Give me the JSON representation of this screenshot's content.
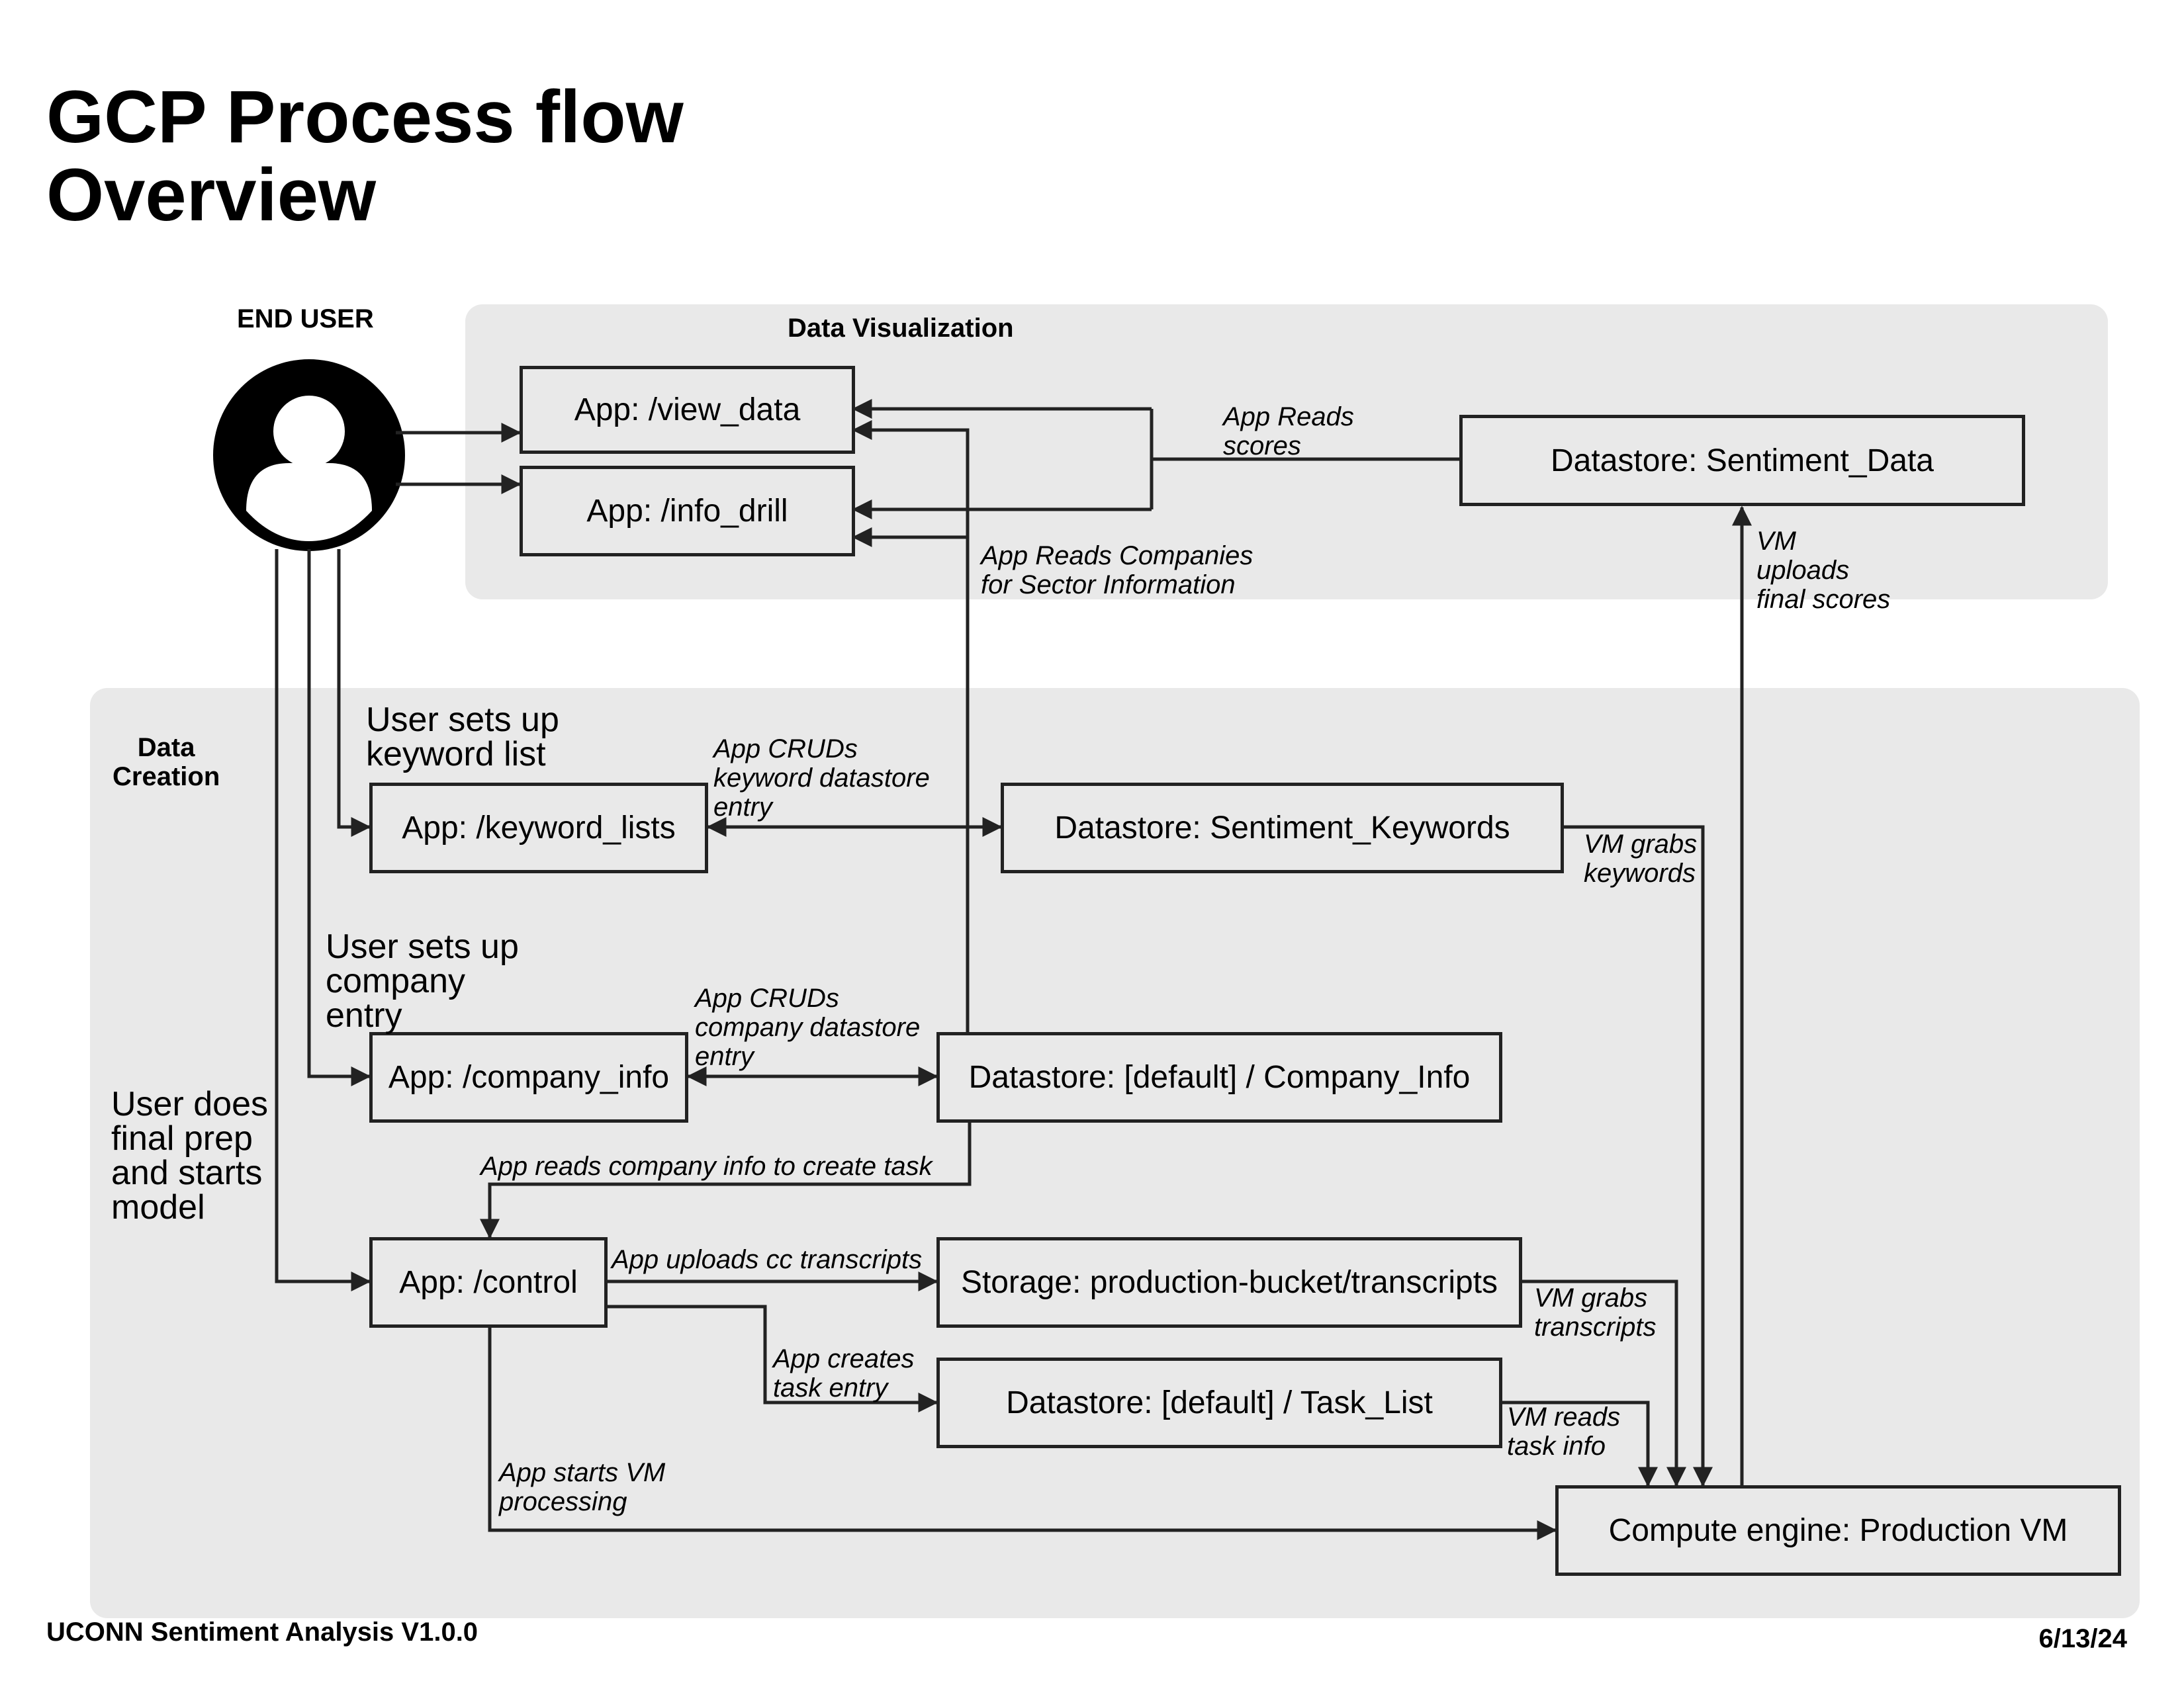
{
  "title": {
    "line1": "GCP Process flow",
    "line2": "Overview"
  },
  "end_user": {
    "label": "END USER"
  },
  "regions": {
    "visualization": "Data Visualization",
    "creation_line1": "Data",
    "creation_line2": "Creation"
  },
  "nodes": {
    "view_data": "App: /view_data",
    "info_drill": "App: /info_drill",
    "sentiment_data": "Datastore: Sentiment_Data",
    "keyword_lists": "App: /keyword_lists",
    "sentiment_keywords": "Datastore: Sentiment_Keywords",
    "company_info": "App: /company_info",
    "company_info_ds": "Datastore: [default] / Company_Info",
    "control": "App: /control",
    "storage": "Storage: production-bucket/transcripts",
    "task_list": "Datastore: [default] / Task_List",
    "compute": "Compute engine: Production VM"
  },
  "user_notes": {
    "keyword": [
      "User sets up",
      "keyword list"
    ],
    "company": [
      "User sets up",
      "company",
      "entry"
    ],
    "model": [
      "User does",
      "final prep",
      "and starts",
      "model"
    ]
  },
  "edge_labels": {
    "reads_scores": [
      "App Reads",
      "scores"
    ],
    "reads_companies": [
      "App Reads Companies",
      "for Sector Information"
    ],
    "vm_uploads": [
      "VM",
      "uploads",
      "final scores"
    ],
    "cruds_keyword": [
      "App CRUDs",
      "keyword datastore",
      "entry"
    ],
    "vm_grabs_keywords": [
      "VM grabs",
      "keywords"
    ],
    "cruds_company": [
      "App CRUDs",
      "company datastore",
      "entry"
    ],
    "reads_company_task": [
      "App reads company info to create task"
    ],
    "uploads_transcripts": [
      "App uploads cc transcripts"
    ],
    "vm_grabs_transcripts": [
      "VM grabs",
      "transcripts"
    ],
    "creates_task": [
      "App creates",
      "task entry"
    ],
    "vm_reads_task": [
      "VM reads",
      "task info"
    ],
    "starts_vm": [
      "App starts VM",
      "processing"
    ]
  },
  "footer": {
    "left": "UCONN Sentiment Analysis V1.0.0",
    "right": "6/13/24"
  }
}
